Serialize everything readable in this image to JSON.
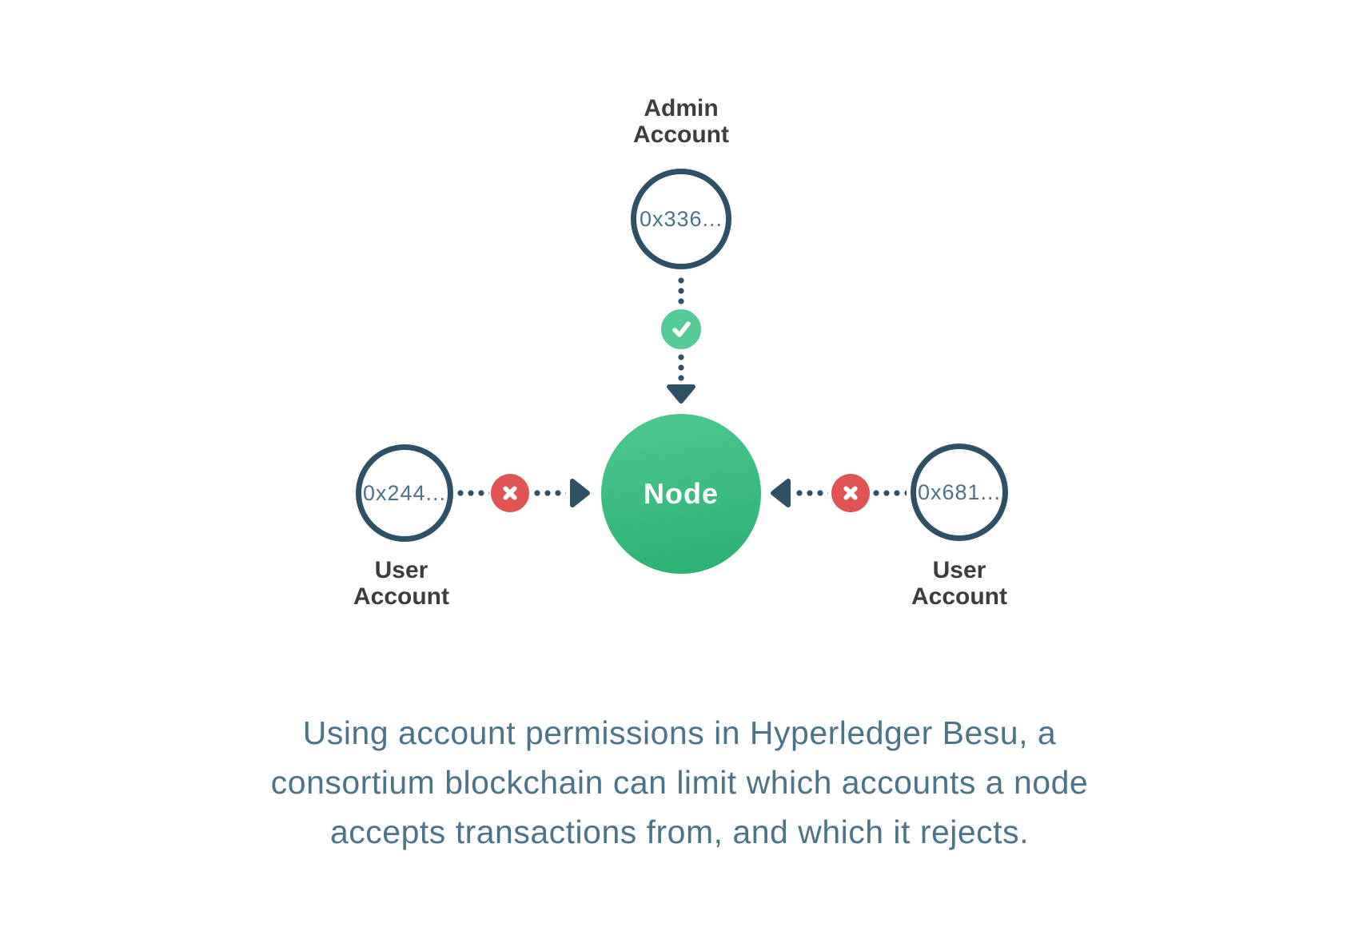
{
  "colors": {
    "slate": "#2f5166",
    "label_dark": "#3d3d3d",
    "hex_text": "#4d7186",
    "caption": "#4d7389",
    "node_green_top": "#4ac68d",
    "node_green_bottom": "#2db173",
    "check_green": "#54cb97",
    "reject_red": "#e05454",
    "background": "#ffffff"
  },
  "diagram": {
    "admin": {
      "label_line1": "Admin",
      "label_line2": "Account",
      "address": "0x336..."
    },
    "node": {
      "label": "Node"
    },
    "user_left": {
      "address": "0x244...",
      "label_line1": "User",
      "label_line2": "Account"
    },
    "user_right": {
      "address": "0x681...",
      "label_line1": "User",
      "label_line2": "Account"
    },
    "icons": {
      "permit": "check-icon",
      "reject": "x-icon",
      "connector": "dotted-arrow"
    }
  },
  "caption": {
    "lines": [
      "Using account permissions in Hyperledger Besu, a",
      "consortium blockchain can limit which accounts a node",
      "accepts transactions from, and which it rejects."
    ]
  }
}
